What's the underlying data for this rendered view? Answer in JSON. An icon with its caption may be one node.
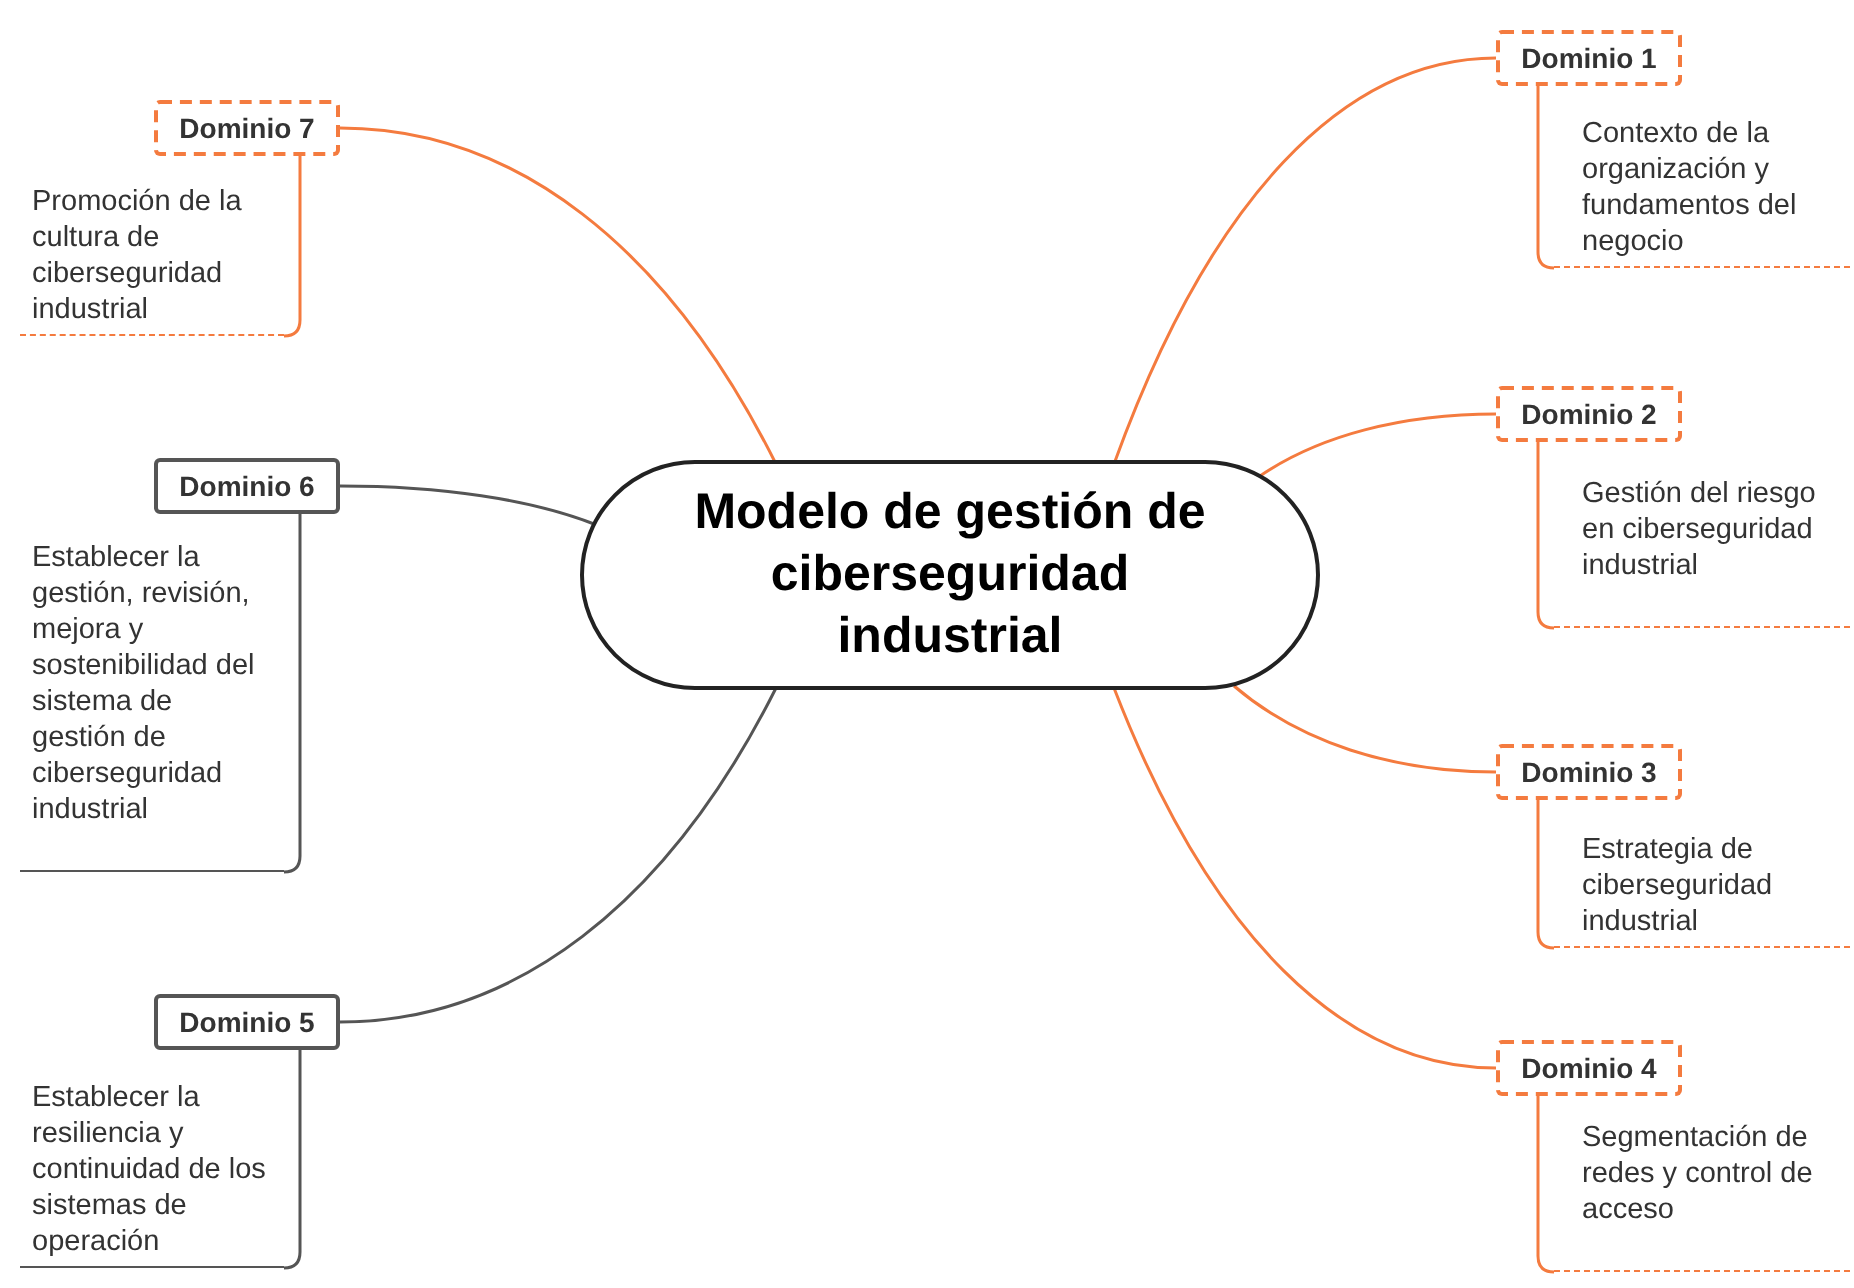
{
  "diagram": {
    "nodes": [
      {
        "text": [
          "Modelo de gestión de ciberseguridad industrial"
        ]
      },
      {
        "text": [
          "Dominio 1"
        ]
      },
      {
        "text": [
          "Contexto de la organización y fundamentos del negocio"
        ]
      },
      {
        "text": [
          "Dominio 2"
        ]
      },
      {
        "text": [
          "Gestión del riesgo en ciberseguridad industrial"
        ]
      },
      {
        "text": [
          "Dominio 3"
        ]
      },
      {
        "text": [
          "Estrategia de ciberseguridad industrial"
        ]
      },
      {
        "text": [
          "Dominio 4"
        ]
      },
      {
        "text": [
          "Segmentación de redes y control de acceso"
        ]
      },
      {
        "text": [
          "Dominio 5"
        ]
      },
      {
        "text": [
          "Establecer la resiliencia y continuidad de los sistemas de operación"
        ]
      },
      {
        "text": [
          "Dominio 6"
        ]
      },
      {
        "text": [
          "Establecer la gestión, revisión, mejora y sostenibilidad del sistema de gestión de ciberseguridad industrial"
        ]
      },
      {
        "text": [
          "Dominio 7"
        ]
      },
      {
        "text": [
          "Promoción de la cultura de ciberseguridad industrial"
        ]
      }
    ],
    "edges": [
      {
        "from": 0,
        "to": 1,
        "arrow": "none"
      },
      {
        "from": 0,
        "to": 3,
        "arrow": "none"
      },
      {
        "from": 0,
        "to": 5,
        "arrow": "none"
      },
      {
        "from": 0,
        "to": 7,
        "arrow": "none"
      },
      {
        "from": 0,
        "to": 9,
        "arrow": "none",
        "color": "#555555"
      },
      {
        "from": 0,
        "to": 11,
        "arrow": "none",
        "color": "#555555"
      },
      {
        "from": 0,
        "to": 13,
        "arrow": "none"
      },
      {
        "from": 1,
        "to": 2,
        "arrow": "none"
      },
      {
        "from": 3,
        "to": 4,
        "arrow": "none"
      },
      {
        "from": 5,
        "to": 6,
        "arrow": "none"
      },
      {
        "from": 7,
        "to": 8,
        "arrow": "none"
      },
      {
        "from": 9,
        "to": 10,
        "arrow": "none",
        "color": "#555555"
      },
      {
        "from": 11,
        "to": 12,
        "arrow": "none",
        "color": "#555555"
      },
      {
        "from": 13,
        "to": 14,
        "arrow": "none"
      }
    ]
  }
}
